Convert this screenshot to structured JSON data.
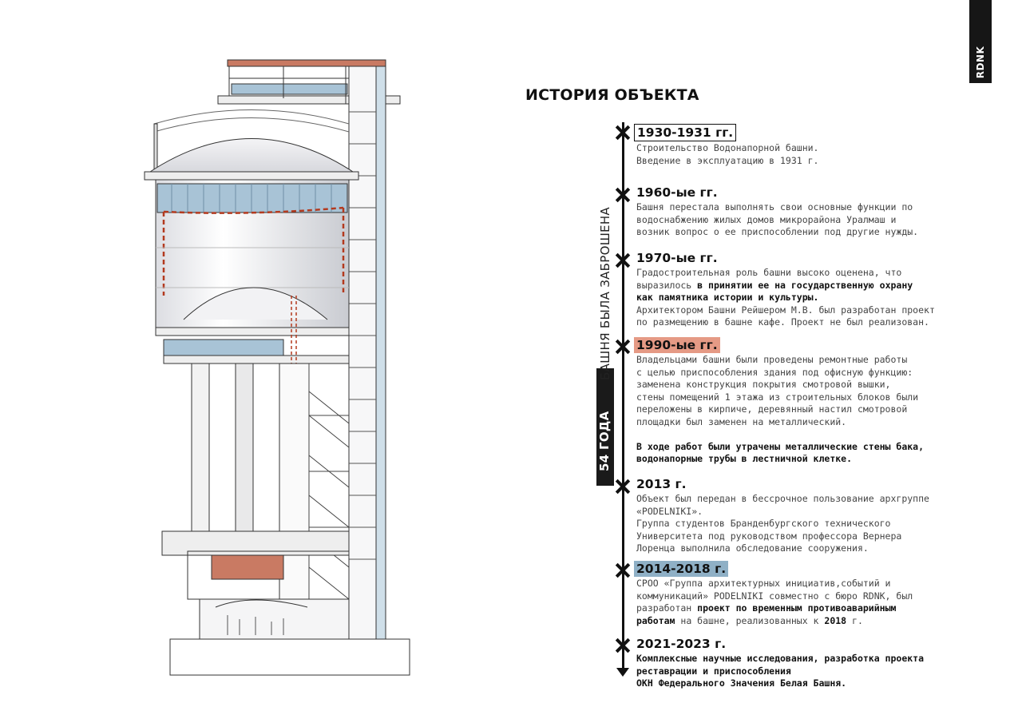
{
  "brand": {
    "label": "RDNK"
  },
  "page_title": "ИСТОРИЯ ОБЪЕКТА",
  "abandoned": {
    "years": "54 ГОДА",
    "note": "БАШНЯ БЫЛА ЗАБРОШЕНА"
  },
  "colors": {
    "accent_orange": "#e59a85",
    "accent_blue": "#8fb0c6",
    "dark": "#161616"
  },
  "entries": [
    {
      "title": "1930-1931 гг.",
      "lines": [
        "Строительство Водонапорной башни.",
        "Введение в эксплуатацию в 1931 г."
      ]
    },
    {
      "title": "1960-ые гг.",
      "lines": [
        "Башня перестала выполнять свои основные функции по",
        "водоснабжению жилых домов микрорайона Уралмаш и",
        "возник вопрос о ее приспособлении под другие нужды."
      ]
    },
    {
      "title": "1970-ые гг.",
      "l1": "Градостроительная роль башни высоко оценена, что",
      "l2a": "выразилось ",
      "l2b": "в принятии ее на государственную охрану",
      "l3": "как памятника истории и культуры.",
      "l4": "Архитектором Башни Рейшером М.В. был разработан проект",
      "l5": "по размещению в башне кафе. Проект не был реализован."
    },
    {
      "title": "1990-ые гг.",
      "lines": [
        "Владельцами башни были проведены ремонтные работы",
        "с целью приспособления здания под офисную функцию:",
        "заменена конструкция покрытия смотровой вышки,",
        "стены помещений 1 этажа из строительных блоков были",
        "переложены в кирпиче, деревянный настил смотровой",
        "площадки был заменен на металлический."
      ],
      "bold_lines": [
        "В ходе работ были утрачены металлические стены бака,",
        "водонапорные трубы в лестничной клетке."
      ]
    },
    {
      "title": "2013 г.",
      "lines": [
        "Объект был передан в бессрочное пользование архгруппе",
        "«PODELNIKI».",
        "Группа студентов Бранденбургского технического",
        "Университета под руководством профессора Вернера",
        "Лоренца выполнила обследование сооружения."
      ]
    },
    {
      "title": "2014-2018 г.",
      "l1": "СРОО «Группа архитектурных инициатив,событий и",
      "l2": "коммуникаций» PODELNIKI совместно с бюро RDNK, был",
      "l3a": "разработан ",
      "l3b": "проект по временным противоаварийным",
      "l4a": "работам",
      "l4b": " на башне, реализованных к ",
      "l4c": "2018",
      "l4d": " г."
    },
    {
      "title": "2021-2023 г.",
      "bold_lines": [
        "Комплексные научные исследования, разработка проекта",
        "реставрации и приспособления",
        "ОКН Федерального Значения Белая Башня."
      ]
    }
  ]
}
